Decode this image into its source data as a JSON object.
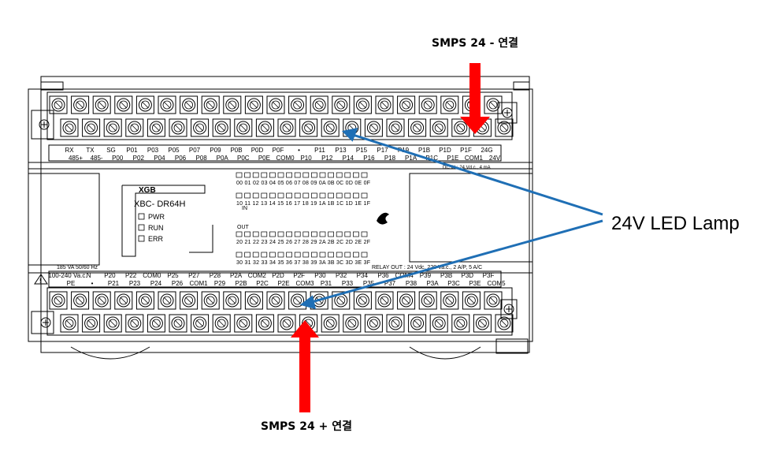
{
  "annotations": {
    "top_label": "SMPS 24 - 연결",
    "bottom_label": "SMPS 24 + 연결",
    "led_label": "24V LED Lamp"
  },
  "plc": {
    "brand": "XGB",
    "model": "XBC- DR64H",
    "status_leds": [
      "PWR",
      "RUN",
      "ERR"
    ],
    "power_rating": "185 VA  50/60 Hz",
    "relay_spec": "RELAY OUT : 24 Vdc, 220 Va.c., 2 A/P, 5 A/C",
    "dc_spec": "DC IN : 24 Vd.c., 4 mA",
    "in_label": "IN",
    "out_label": "OUT",
    "in_rows": [
      "00 01 02 03 04 05 06 07 08 09 0A 0B 0C 0D 0E 0F",
      "10 11 12 13 14 15 16 17 18 19 1A 1B 1C 1D 1E 1F"
    ],
    "out_rows": [
      "20 21 22 23 24 25 26 27 28 29 2A 2B 2C 2D 2E 2F",
      "30 31 32 33 34 35 36 37 38 39 3A 3B 3C 3D 3E 3F"
    ],
    "top_label_row1": [
      "RX",
      "TX",
      "SG",
      "P01",
      "P03",
      "P05",
      "P07",
      "P09",
      "P0B",
      "P0D",
      "P0F",
      "•",
      "P11",
      "P13",
      "P15",
      "P17",
      "P19",
      "P1B",
      "P1D",
      "P1F",
      "24G"
    ],
    "top_label_row2": [
      "485+",
      "485-",
      "P00",
      "P02",
      "P04",
      "P06",
      "P08",
      "P0A",
      "P0C",
      "P0E",
      "COM0",
      "P10",
      "P12",
      "P14",
      "P16",
      "P18",
      "P1A",
      "P1C",
      "P1E",
      "COM1",
      "24V"
    ],
    "bottom_label_row1": [
      "100-240 Va.c.",
      "N",
      "P20",
      "P22",
      "COM0",
      "P25",
      "P27",
      "P28",
      "P2A",
      "COM2",
      "P2D",
      "P2F",
      "P30",
      "P32",
      "P34",
      "P36",
      "COM4",
      "P39",
      "P3B",
      "P3D",
      "P3F"
    ],
    "bottom_label_row2": [
      "PE",
      "•",
      "P21",
      "P23",
      "P24",
      "P26",
      "COM1",
      "P29",
      "P2B",
      "P2C",
      "P2E",
      "COM3",
      "P31",
      "P33",
      "P35",
      "P37",
      "P38",
      "P3A",
      "P3C",
      "P3E",
      "COM5"
    ]
  },
  "colors": {
    "arrow": "#ff0000",
    "pointer_line": "#1f6fb5",
    "outline": "#000000"
  }
}
